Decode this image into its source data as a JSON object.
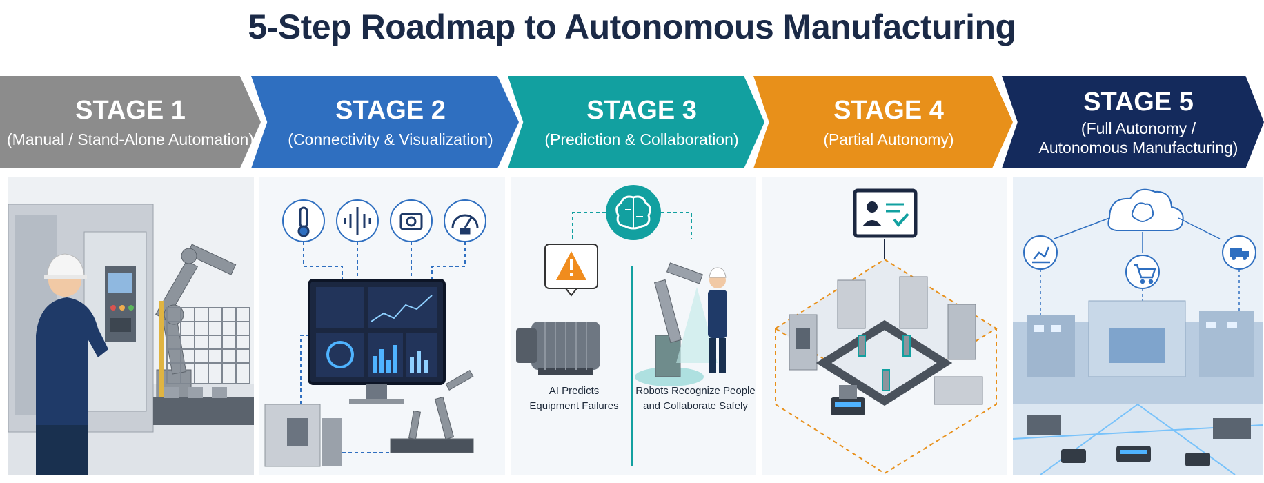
{
  "title": "5-Step Roadmap to Autonomous Manufacturing",
  "stages": [
    {
      "label": "STAGE 1",
      "sub": "(Manual / Stand-Alone Automation)",
      "color": "#8c8c8c"
    },
    {
      "label": "STAGE 2",
      "sub": "(Connectivity & Visualization)",
      "color": "#2f6fc0"
    },
    {
      "label": "STAGE 3",
      "sub": "(Prediction & Collaboration)",
      "color": "#12a0a0"
    },
    {
      "label": "STAGE 4",
      "sub": "(Partial Autonomy)",
      "color": "#e8901a"
    },
    {
      "label": "STAGE 5",
      "sub": "(Full Autonomy /",
      "sub2": "Autonomous Manufacturing)",
      "color": "#142a5c"
    }
  ],
  "stage3": {
    "caption_left_1": "AI Predicts",
    "caption_left_2": "Equipment Failures",
    "caption_right_1": "Robots Recognize People",
    "caption_right_2": "and Collaborate Safely"
  },
  "icons": {
    "stage2": [
      "thermometer-icon",
      "vibration-sensor-icon",
      "camera-icon",
      "gauge-icon"
    ],
    "stage3": [
      "ai-brain-icon",
      "warning-icon"
    ],
    "stage4": [
      "remote-monitoring-icon"
    ],
    "stage5": [
      "cloud-brain-icon",
      "analytics-chart-icon",
      "shopping-cart-icon",
      "delivery-truck-icon"
    ]
  }
}
